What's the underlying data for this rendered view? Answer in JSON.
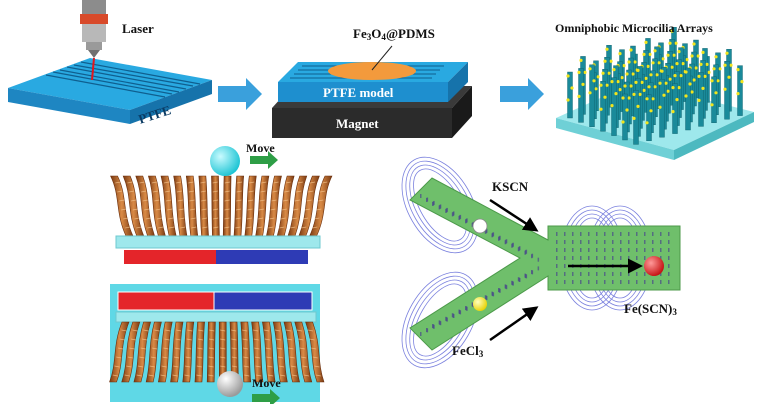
{
  "labels": {
    "laser": "Laser",
    "ptfe": "PTFE",
    "fe3o4_prefix": "Fe",
    "fe3o4_sub1": "3",
    "fe3o4_mid": "O",
    "fe3o4_sub2": "4",
    "fe3o4_suffix": "@PDMS",
    "ptfe_model": "PTFE model",
    "magnet": "Magnet",
    "omniphobic": "Omniphobic Microcilia Arrays",
    "move_top": "Move",
    "move_bottom": "Move",
    "kscn": "KSCN",
    "fecl_prefix": "FeCl",
    "fecl_sub": "3",
    "fescn_prefix": "Fe(SCN)",
    "fescn_sub": "3"
  },
  "colors": {
    "ptfe_blue": "#29a9e1",
    "magnet_black": "#2b2b2b",
    "pdms_orange": "#f39a3c",
    "arrow_blue": "#3aa0dc",
    "cilia_brown": "#c06a2a",
    "substrate_cyan": "#9ee8ec",
    "magnet_red": "#e4252a",
    "magnet_blue": "#2e3bb5",
    "droplet_cyan": "#2fd3df",
    "channel_green": "#6fbf6b",
    "field_line": "#5b63d6",
    "move_arrow_green": "#2e9e46",
    "droplet_red": "#e01f1f",
    "droplet_yellow": "#f2e51c"
  }
}
